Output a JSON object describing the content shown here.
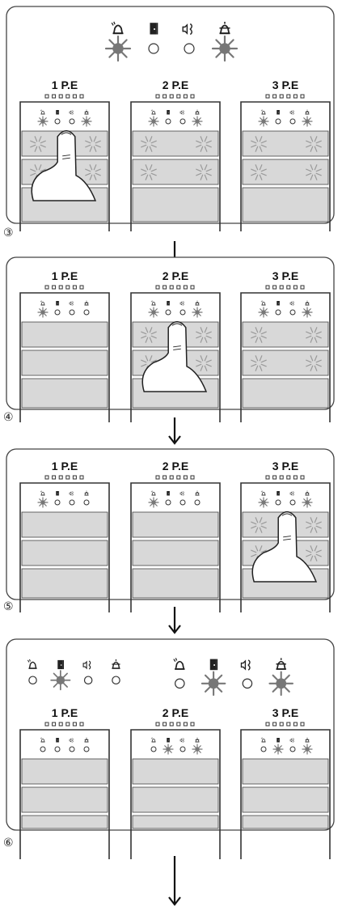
{
  "steps": [
    {
      "number": "③",
      "top_status": {
        "present": true,
        "lights": [
          "on",
          "off",
          "off",
          "on"
        ]
      },
      "panels": [
        {
          "label": "1 P.E",
          "leds": [
            "on",
            "off",
            "off",
            "on"
          ],
          "buttons": "blinking",
          "finger": true
        },
        {
          "label": "2 P.E",
          "leds": [
            "on",
            "off",
            "off",
            "on"
          ],
          "buttons": "blinking",
          "finger": false
        },
        {
          "label": "3 P.E",
          "leds": [
            "on",
            "off",
            "off",
            "on"
          ],
          "buttons": "blinking",
          "finger": false
        }
      ]
    },
    {
      "number": "④",
      "top_status": {
        "present": false
      },
      "panels": [
        {
          "label": "1 P.E",
          "leds": [
            "on",
            "off",
            "off",
            "off"
          ],
          "buttons": "plain",
          "finger": false
        },
        {
          "label": "2 P.E",
          "leds": [
            "on",
            "off",
            "off",
            "on"
          ],
          "buttons": "blinking",
          "finger": true
        },
        {
          "label": "3 P.E",
          "leds": [
            "on",
            "off",
            "off",
            "on"
          ],
          "buttons": "blinking",
          "finger": false
        }
      ]
    },
    {
      "number": "⑤",
      "top_status": {
        "present": false
      },
      "panels": [
        {
          "label": "1 P.E",
          "leds": [
            "on",
            "off",
            "off",
            "off"
          ],
          "buttons": "plain",
          "finger": false
        },
        {
          "label": "2 P.E",
          "leds": [
            "on",
            "off",
            "off",
            "off"
          ],
          "buttons": "plain",
          "finger": false
        },
        {
          "label": "3 P.E",
          "leds": [
            "on",
            "off",
            "off",
            "on"
          ],
          "buttons": "blinking",
          "finger": true
        }
      ]
    },
    {
      "number": "⑥",
      "top_status": {
        "present": true,
        "dual": true,
        "lights_left": [
          "off",
          "on",
          "off",
          "off"
        ],
        "lights_right": [
          "off",
          "on",
          "off",
          "on"
        ]
      },
      "panels": [
        {
          "label": "1 P.E",
          "leds": [
            "off",
            "off",
            "off",
            "off"
          ],
          "buttons": "plain",
          "finger": false
        },
        {
          "label": "2 P.E",
          "leds": [
            "off",
            "on",
            "off",
            "on"
          ],
          "buttons": "plain",
          "finger": false
        },
        {
          "label": "3 P.E",
          "leds": [
            "off",
            "on",
            "off",
            "on"
          ],
          "buttons": "plain",
          "finger": false
        }
      ]
    }
  ],
  "status_icons": [
    "bell-icon",
    "door-icon",
    "mute-speaker-icon",
    "alarm-bell-icon"
  ],
  "colors": {
    "frame": "#333333",
    "button_fill": "#d8d8d8",
    "led_on": "#777777"
  }
}
